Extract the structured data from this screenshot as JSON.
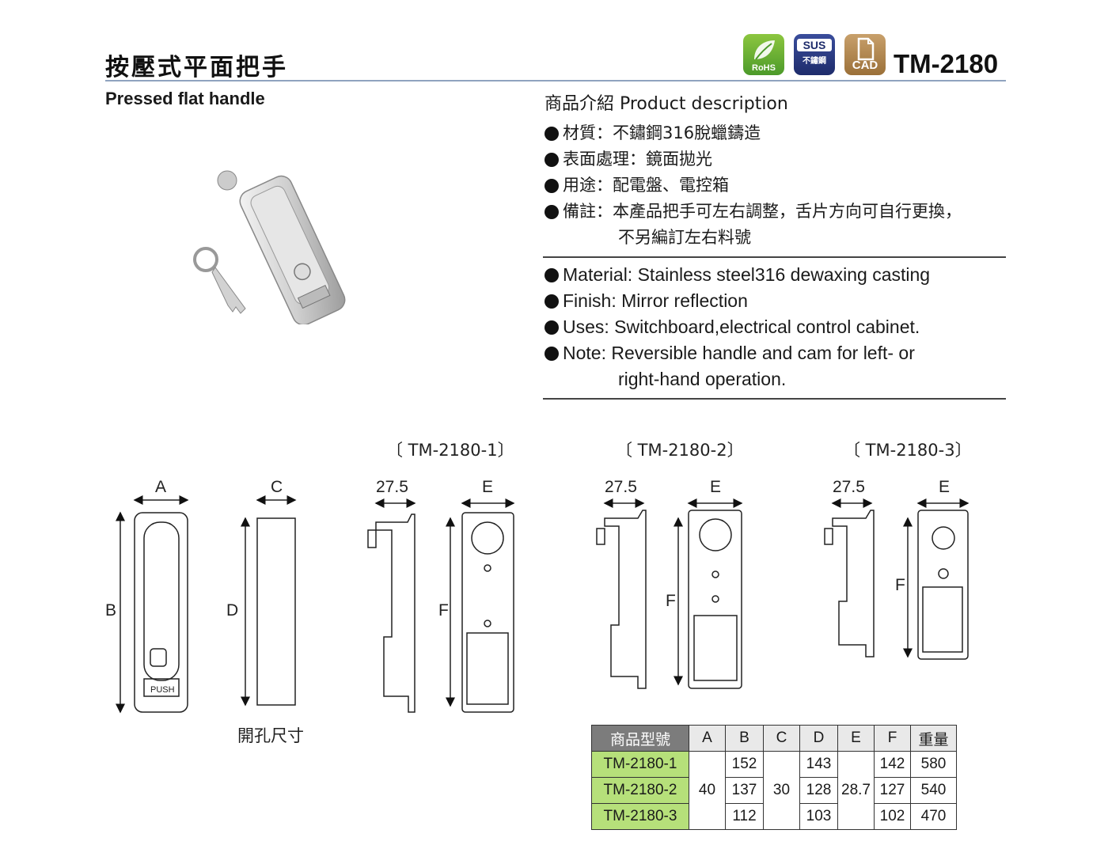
{
  "header": {
    "title_zh": "按壓式平面把手",
    "title_en": "Pressed flat handle",
    "model": "TM-2180"
  },
  "badges": [
    {
      "name": "rohs-badge",
      "label": "RoHS",
      "color": "#6ab536"
    },
    {
      "name": "sus-badge",
      "top": "SUS",
      "label": "不鏽鋼",
      "color": "#2a3a85"
    },
    {
      "name": "cad-badge",
      "label": "CAD",
      "color": "#b48850"
    }
  ],
  "description": {
    "heading": "商品介紹 Product description",
    "zh": [
      {
        "text": "材質：不鏽鋼316脫蠟鑄造"
      },
      {
        "text": "表面處理：鏡面拋光"
      },
      {
        "text": "用途：配電盤、電控箱"
      },
      {
        "text": "備註：本產品把手可左右調整，舌片方向可自行更換，",
        "cont": "不另編訂左右料號"
      }
    ],
    "en": [
      {
        "text": "Material: Stainless steel316 dewaxing casting"
      },
      {
        "text": "Finish: Mirror reflection"
      },
      {
        "text": "Uses: Switchboard,electrical control cabinet."
      },
      {
        "text": "Note: Reversible handle and cam for left- or",
        "cont": "right-hand operation."
      }
    ]
  },
  "drawings": {
    "front_labels": {
      "a": "A",
      "b": "B",
      "c": "C",
      "d": "D"
    },
    "cutout_caption": "開孔尺寸",
    "variants": [
      {
        "caption": "〔 TM-2180-1〕",
        "side_dim": "27.5",
        "e": "E",
        "f": "F"
      },
      {
        "caption": "〔 TM-2180-2〕",
        "side_dim": "27.5",
        "e": "E",
        "f": "F"
      },
      {
        "caption": "〔 TM-2180-3〕",
        "side_dim": "27.5",
        "e": "E",
        "f": "F"
      }
    ],
    "push_label": "PUSH"
  },
  "spec_table": {
    "headers": [
      "商品型號",
      "A",
      "B",
      "C",
      "D",
      "E",
      "F",
      "重量"
    ],
    "rows": [
      {
        "model": "TM-2180-1",
        "b": "152",
        "d": "143",
        "f": "142",
        "w": "580"
      },
      {
        "model": "TM-2180-2",
        "b": "137",
        "d": "128",
        "f": "127",
        "w": "540"
      },
      {
        "model": "TM-2180-3",
        "b": "112",
        "d": "103",
        "f": "102",
        "w": "470"
      }
    ],
    "shared": {
      "a": "40",
      "c": "30",
      "e": "28.7"
    }
  }
}
